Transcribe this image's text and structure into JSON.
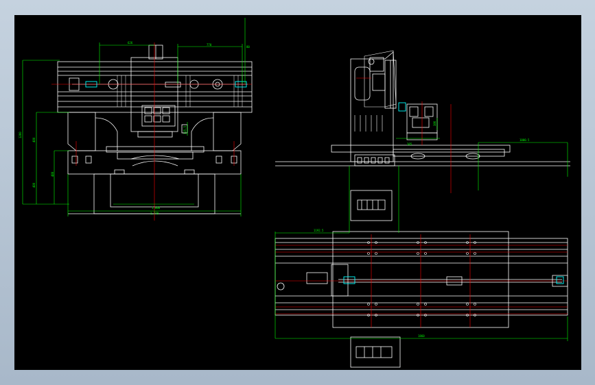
{
  "colors": {
    "background": "#000000",
    "geometry": "#ffffff",
    "dimension": "#00ff00",
    "centerline": "#ff0000",
    "bearing": "#00ffff",
    "frame": "#b4c3d3"
  },
  "front_view": {
    "dim_top_left": "626",
    "dim_top_right": "770",
    "dim_top_small": "80",
    "dim_overall_height": "1280",
    "dim_left_upper": "480",
    "dim_left_middle": "480",
    "dim_left_lower": "480",
    "dim_spindle": "125.5",
    "dim_bottom_inner": "1,600",
    "dim_bottom_overall": "2,770"
  },
  "side_view": {
    "dim_offset": "385",
    "dim_column": "386",
    "dim_right": "1000.5"
  },
  "top_view": {
    "dim_left": "1192.5",
    "dim_bottom": "1860"
  }
}
